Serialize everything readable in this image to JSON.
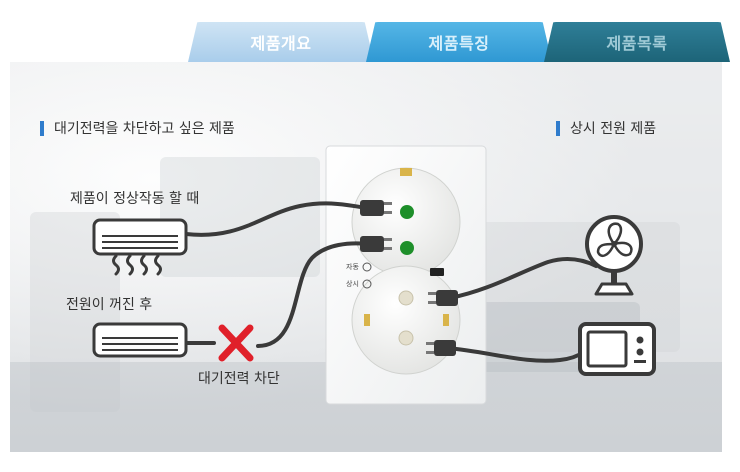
{
  "tabs": [
    {
      "label": "제품개요",
      "active": true
    },
    {
      "label": "제품특징",
      "active": false
    },
    {
      "label": "제품목록",
      "active": false
    }
  ],
  "sections": {
    "standby_title": "대기전력을 차단하고 싶은 제품",
    "always_on_title": "상시 전원 제품"
  },
  "captions": {
    "normal_operation": "제품이 정상작동 할 때",
    "power_off": "전원이 꺼진 후",
    "standby_cut": "대기전력 차단"
  },
  "outlet": {
    "indicator_labels": [
      "자동",
      "상시"
    ]
  },
  "colors": {
    "accent_bar": "#2f7ccc",
    "cross": "#e0202a",
    "indicator_green": "#1e8f2a",
    "cable": "#3a3a3a"
  },
  "icons": [
    "air-conditioner-icon",
    "fan-icon",
    "microwave-icon",
    "plug-icon",
    "cross-icon"
  ]
}
